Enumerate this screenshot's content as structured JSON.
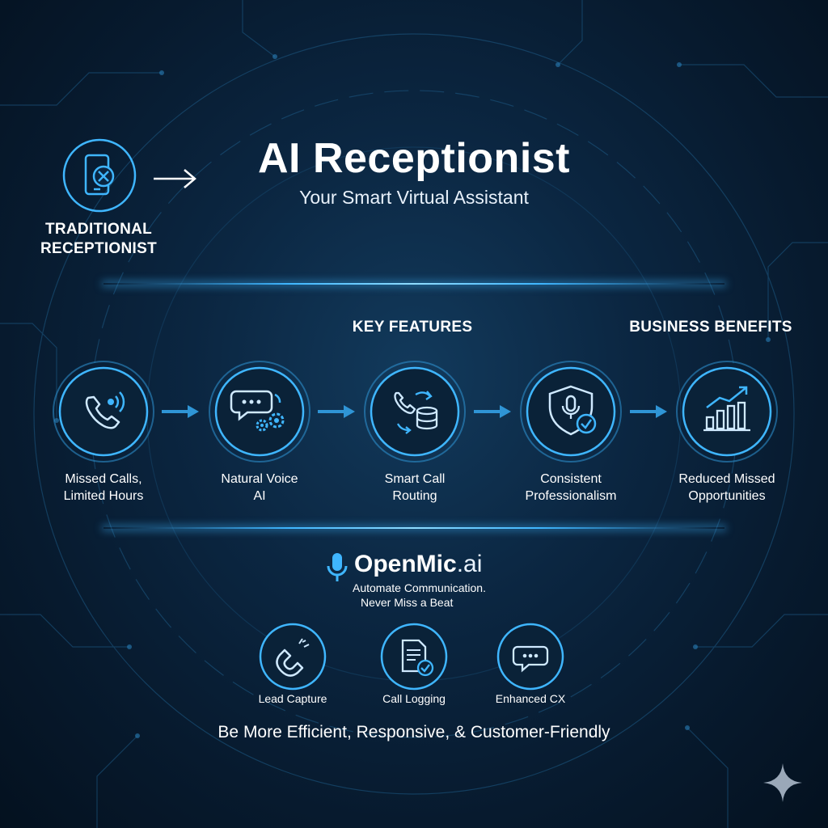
{
  "header": {
    "title": "AI Receptionist",
    "subtitle": "Your Smart Virtual Assistant"
  },
  "traditional": {
    "icon": "phone-blocked-icon",
    "label_line1": "TRADITIONAL",
    "label_line2": "RECEPTIONIST"
  },
  "sections": {
    "key_features": "KEY FEATURES",
    "business_benefits": "BUSINESS BENEFITS"
  },
  "flow": [
    {
      "icon": "phone-call-icon",
      "line1": "Missed Calls,",
      "line2": "Limited Hours"
    },
    {
      "icon": "chat-gears-icon",
      "line1": "Natural Voice",
      "line2": "AI"
    },
    {
      "icon": "call-routing-icon",
      "line1": "Smart Call",
      "line2": "Routing"
    },
    {
      "icon": "shield-mic-icon",
      "line1": "Consistent",
      "line2": "Professionalism"
    },
    {
      "icon": "growth-chart-icon",
      "line1": "Reduced Missed",
      "line2": "Opportunities"
    }
  ],
  "brand": {
    "name_main": "OpenMic",
    "name_suffix": ".ai",
    "tagline_line1": "Automate Communication.",
    "tagline_line2": "Never Miss a Beat",
    "icon": "microphone-icon"
  },
  "extras": [
    {
      "icon": "magnet-icon",
      "label": "Lead Capture"
    },
    {
      "icon": "document-check-icon",
      "label": "Call Logging"
    },
    {
      "icon": "chat-bubble-icon",
      "label": "Enhanced CX"
    }
  ],
  "closing": "Be More Efficient, Responsive, & Customer-Friendly",
  "colors": {
    "background": "#0b2641",
    "accent": "#3fb6ff",
    "text": "#ffffff"
  }
}
